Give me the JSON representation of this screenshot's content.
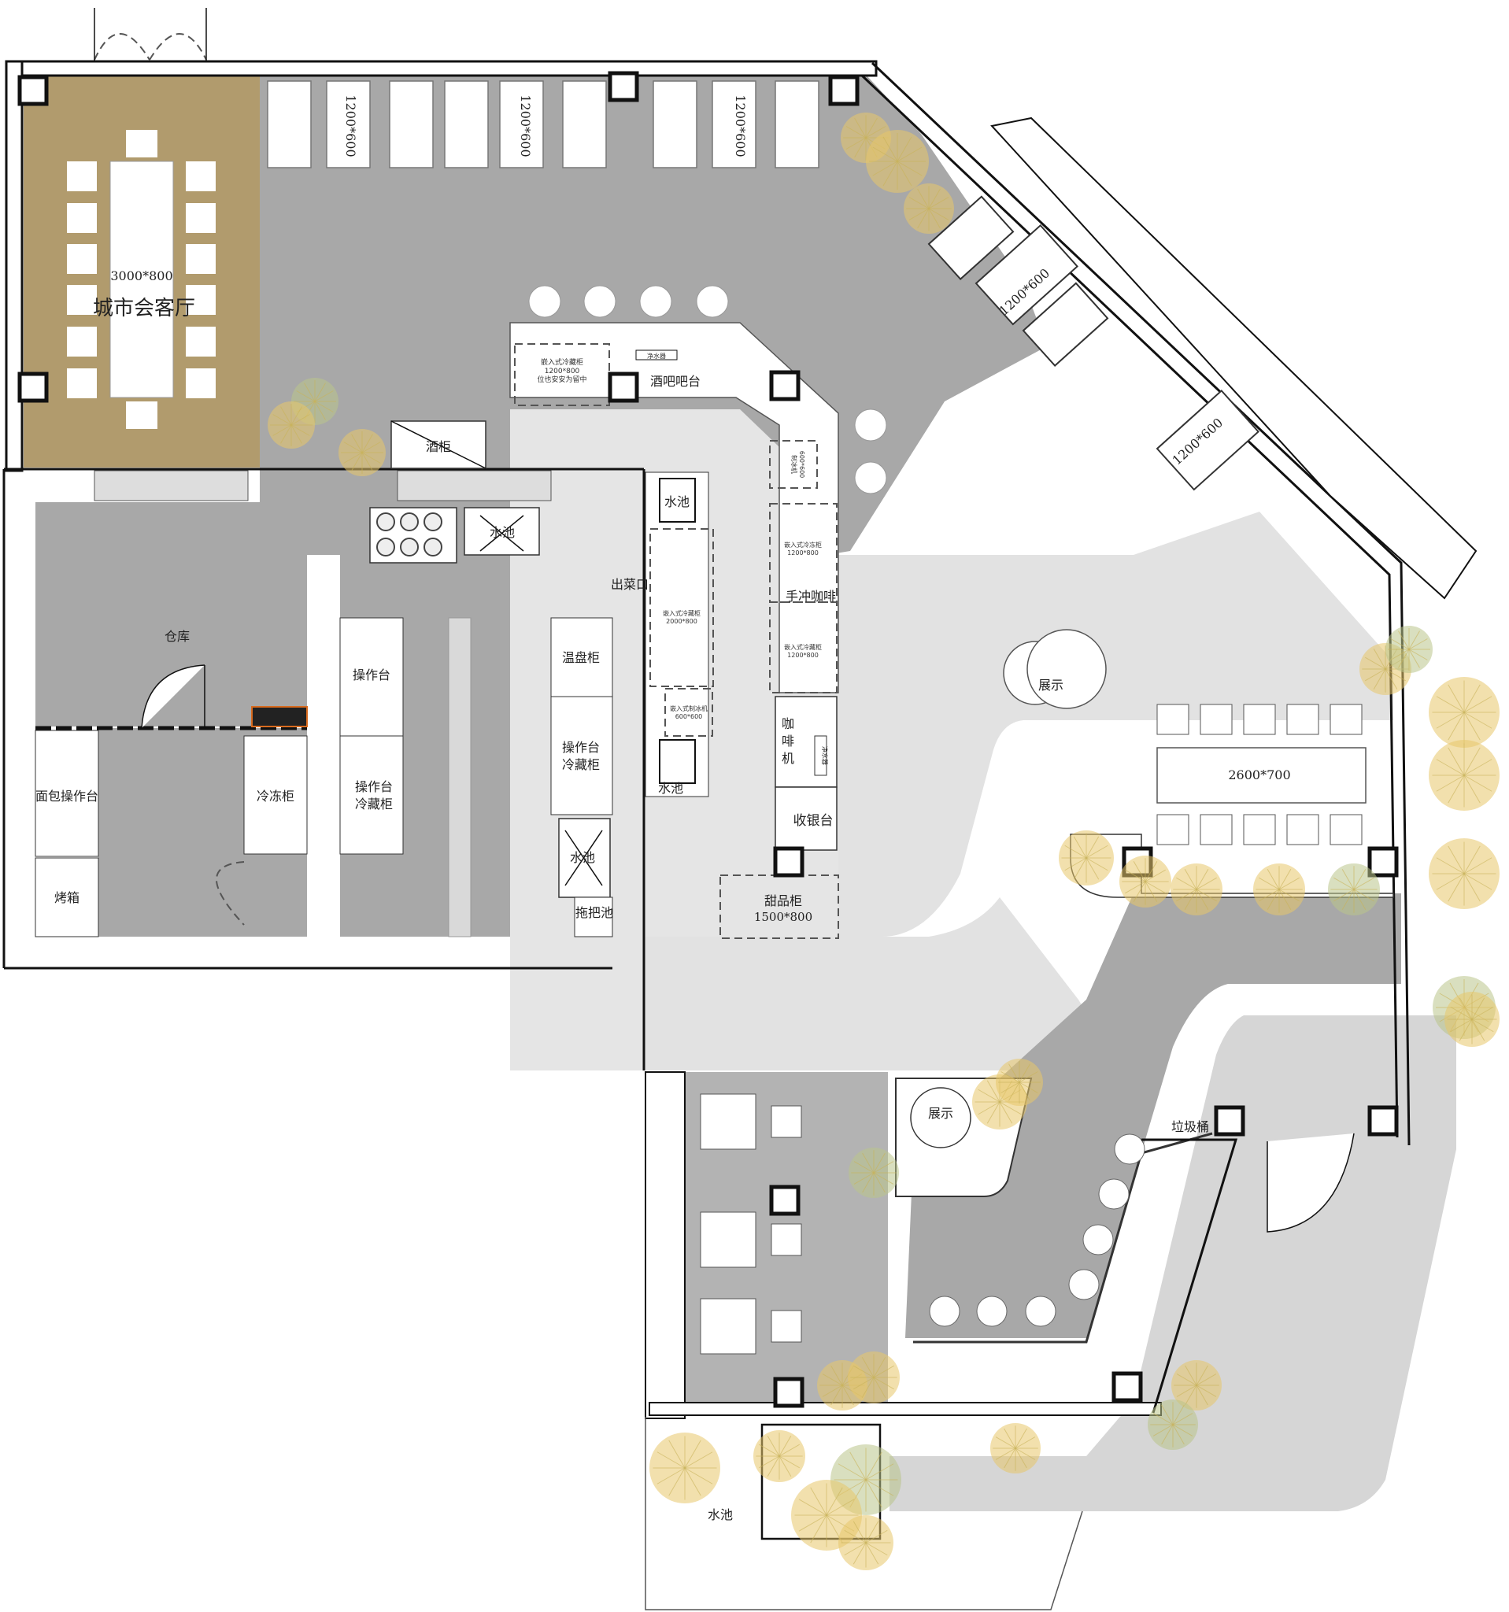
{
  "labels": {
    "meeting_room": "城市会客厅",
    "meeting_table": "3000*800",
    "top_table_1": "1200*600",
    "top_table_2": "1200*600",
    "top_table_3": "1200*600",
    "diag_table_1": "1200*600",
    "diag_table_2": "1200*600",
    "wine_cabinet": "酒柜",
    "bar_counter": "酒吧吧台",
    "water_purifier_1": "净水器",
    "fridge_1": "嵌入式冷藏柜",
    "fridge_1_size": "1200*800",
    "fridge_1_note": "位也安安为留中",
    "warehouse": "仓库",
    "kitchen_sink": "水池",
    "sink_left_1": "水池",
    "sink_left_2": "水池",
    "serving_window": "出菜口",
    "fridge_2": "嵌入式冷藏柜",
    "fridge_2_size": "2000*800",
    "ice_maker": "嵌入式制冰机",
    "ice_maker_size": "600*600",
    "fridge_3": "嵌入式冷冻柜",
    "fridge_3_size": "1200*800",
    "fridge_4": "嵌入式冷藏柜",
    "fridge_4_size": "1200*800",
    "small_cab": "制冰机",
    "small_cab_size": "600*600",
    "hand_coffee": "手冲咖啡",
    "coffee_machine": "咖啡机",
    "water_purifier_2": "净水器",
    "cashier": "收银台",
    "dessert_cabinet": "甜品柜",
    "dessert_size": "1500*800",
    "work_table_1": "操作台",
    "work_table_2": "操作台冷藏柜",
    "warming_cabinet": "温盘柜",
    "work_table_3": "操作台冷藏柜",
    "bread_table": "面包操作台",
    "freezer": "冷冻柜",
    "oven": "烤箱",
    "mop_sink": "拖把池",
    "sink_right": "水池",
    "display_1": "展示",
    "long_table": "2600*700",
    "display_2": "展示",
    "trash": "垃圾桶",
    "pond": "水池"
  },
  "colors": {
    "meeting_floor": "#b19b6d",
    "dark_floor": "#a8a8a8",
    "light_floor": "#e5e5e5",
    "mid_floor": "#cfcfcf",
    "plant_yellow": "#e8c66a",
    "plant_green": "#b9c58a",
    "wall": "#111111"
  }
}
